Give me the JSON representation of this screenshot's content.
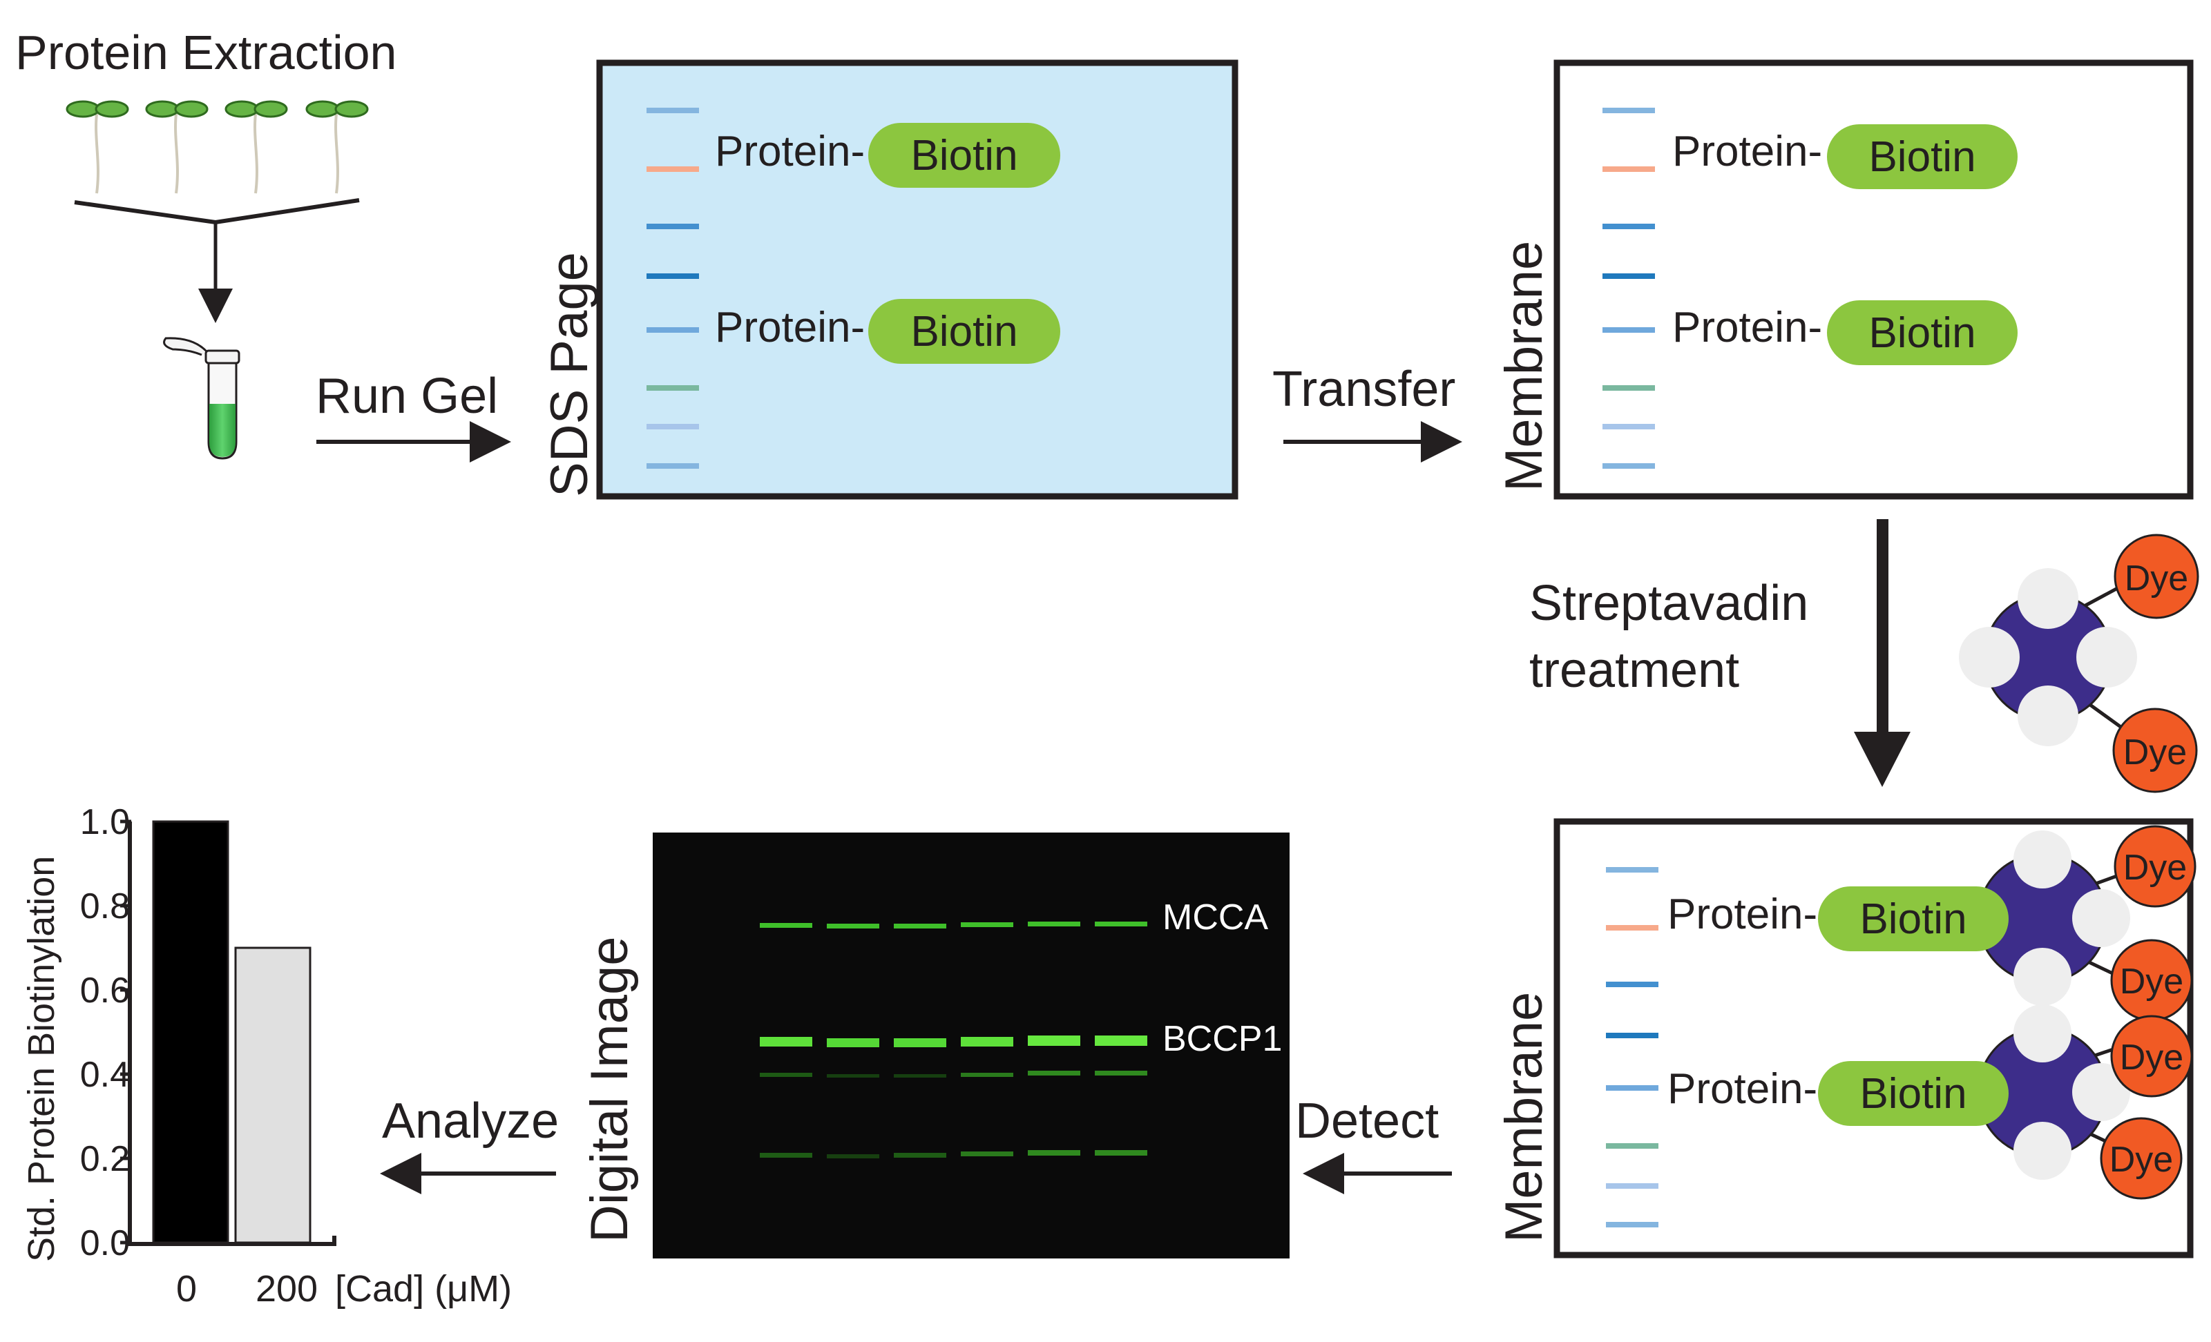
{
  "steps": {
    "extraction": "Protein Extraction",
    "run_gel": "Run Gel",
    "sds_page": "SDS Page",
    "transfer": "Transfer",
    "membrane": "Membrane",
    "streptavadin_line1": "Streptavadin",
    "streptavadin_line2": "treatment",
    "detect": "Detect",
    "digital_image": "Digital Image",
    "analyze": "Analyze"
  },
  "labels": {
    "protein": "Protein-",
    "biotin": "Biotin",
    "dye": "Dye",
    "mcca": "MCCA",
    "bccp1": "BCCP1"
  },
  "colors": {
    "gel": "#cce9f8",
    "biotin": "#8cc63f",
    "dye": "#f15a24",
    "streptavidin": "#3d2d8a",
    "streptavidin_site": "#eeeeee",
    "tube_liquid": "#39b54a",
    "blot_bg": "#0a0a0a",
    "blot_band": "#4cd02e",
    "ladder": [
      "#84b5df",
      "#f7a98a",
      "#4390cf",
      "#1f79bd",
      "#6fa8dc",
      "#7ab89f",
      "#a7c5ea",
      "#84b5df"
    ]
  },
  "chart_data": {
    "type": "bar",
    "categories": [
      "0",
      "200"
    ],
    "values": [
      1.0,
      0.7
    ],
    "bar_colors": [
      "#000000",
      "#e0e0e0"
    ],
    "xlabel": "[Cad] (μM)",
    "ylabel": "Std. Protein Biotinylation",
    "yticks": [
      "0.0",
      "0.2",
      "0.4",
      "0.6",
      "0.8",
      "1.0"
    ],
    "ylim": [
      0,
      1.0
    ]
  }
}
